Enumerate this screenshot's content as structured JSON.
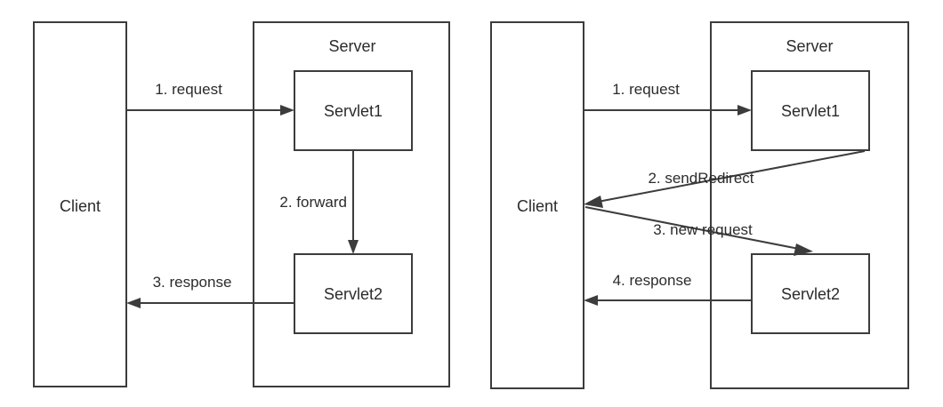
{
  "diagram": {
    "title": "Servlet forward vs sendRedirect comparison",
    "colors": {
      "stroke": "#3c3c3c",
      "text": "#2b2b2b",
      "background": "#ffffff"
    },
    "panels": [
      {
        "id": "forward",
        "client": {
          "label": "Client"
        },
        "server": {
          "label": "Server",
          "servlets": [
            {
              "label": "Servlet1"
            },
            {
              "label": "Servlet2"
            }
          ]
        },
        "flows": [
          {
            "label": "1. request",
            "from": "Client",
            "to": "Servlet1",
            "style": "straight"
          },
          {
            "label": "2. forward",
            "from": "Servlet1",
            "to": "Servlet2",
            "style": "straight"
          },
          {
            "label": "3. response",
            "from": "Servlet2",
            "to": "Client",
            "style": "straight"
          }
        ]
      },
      {
        "id": "sendRedirect",
        "client": {
          "label": "Client"
        },
        "server": {
          "label": "Server",
          "servlets": [
            {
              "label": "Servlet1"
            },
            {
              "label": "Servlet2"
            }
          ]
        },
        "flows": [
          {
            "label": "1. request",
            "from": "Client",
            "to": "Servlet1",
            "style": "straight"
          },
          {
            "label": "2. sendRedirect",
            "from": "Servlet1",
            "to": "Client",
            "style": "diagonal"
          },
          {
            "label": "3. new request",
            "from": "Client",
            "to": "Servlet2",
            "style": "diagonal"
          },
          {
            "label": "4. response",
            "from": "Servlet2",
            "to": "Client",
            "style": "straight"
          }
        ]
      }
    ]
  }
}
